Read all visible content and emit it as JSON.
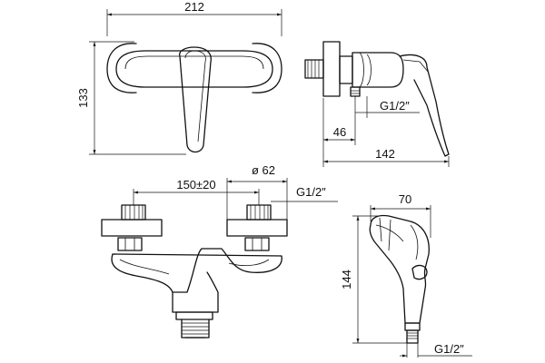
{
  "dimensions": {
    "front_width": "212",
    "front_height": "133",
    "side_outlet": "46",
    "side_depth": "142",
    "side_thread": "G1/2″",
    "bottom_spacing": "150±20",
    "bottom_flange": "ø 62",
    "bottom_thread": "G1/2″",
    "hand_width": "70",
    "hand_height": "144",
    "hand_thread": "G1/2″"
  }
}
